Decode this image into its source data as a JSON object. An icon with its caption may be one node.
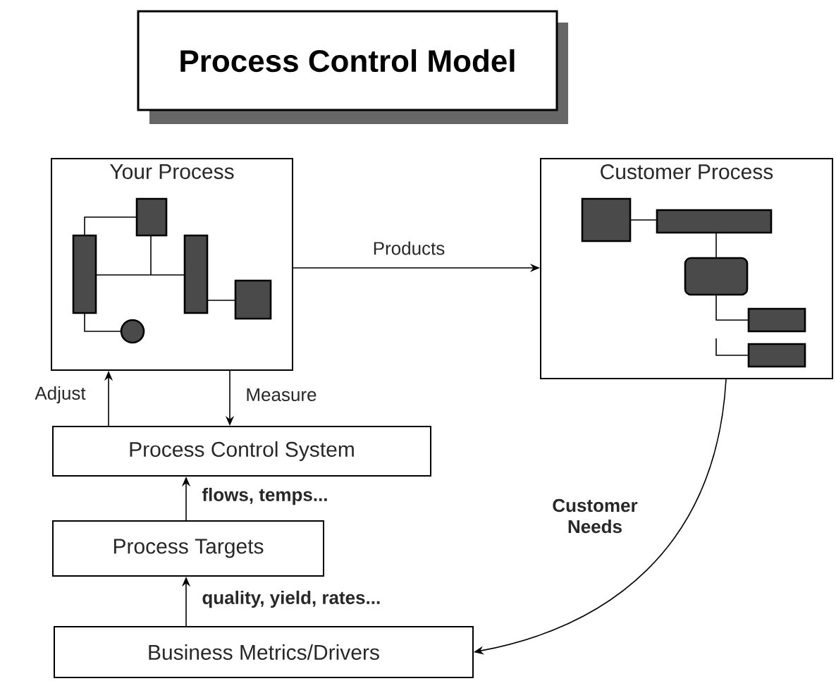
{
  "diagram": {
    "title": "Process Control Model",
    "nodes": [
      {
        "text": [
          "Your Process"
        ]
      },
      {
        "text": [
          "Customer Process"
        ]
      },
      {
        "text": [
          "Process Control System"
        ]
      },
      {
        "text": [
          "Process Targets"
        ]
      },
      {
        "text": [
          "Business Metrics/Drivers"
        ]
      }
    ],
    "edges": [
      {
        "from": 0,
        "to": 1,
        "arrow": "to",
        "label": "Products"
      },
      {
        "from": 2,
        "to": 0,
        "arrow": "to",
        "label": "Adjust"
      },
      {
        "from": 0,
        "to": 2,
        "arrow": "to",
        "label": "Measure"
      },
      {
        "from": 3,
        "to": 2,
        "arrow": "to",
        "label": "flows, temps..."
      },
      {
        "from": 4,
        "to": 3,
        "arrow": "to",
        "label": "quality, yield, rates..."
      },
      {
        "from": 1,
        "to": 4,
        "arrow": "to",
        "label": "Customer Needs"
      }
    ]
  }
}
